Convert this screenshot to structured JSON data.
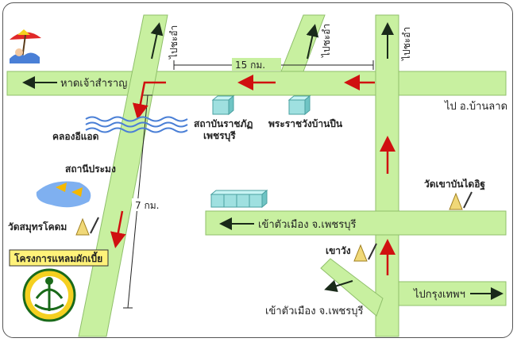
{
  "roads": {
    "to_cha_am": "ไปชะอำ",
    "to_prachuap": "ไปชะอำ",
    "beach": "หาดเจ้าสำราญ",
    "to_ban_lat": "ไป อ.บ้านลาด",
    "into_city_mid": "เข้าตัวเมือง จ.เพชรบุรี",
    "to_bangkok": "ไปกรุงเทพฯ",
    "into_city_bottom": "เข้าตัวเมือง จ.เพชรบุรี"
  },
  "distances": {
    "top": "15 กม.",
    "side": "7 กม."
  },
  "places": {
    "rajabhat": [
      "สถาบันราชภัฏ",
      "เพชรบุรี"
    ],
    "palace": "พระราชวังบ้านปืน",
    "canal": "คลองอีแอด",
    "station": "สถานีประมง",
    "temple_samut": "วัดสมุทรโคดม",
    "project": "โครงการแหลมผักเบี้ย",
    "temple_bandai": "วัดเขาบันไดอิฐ",
    "khao_wang": "เขาวัง"
  },
  "colors": {
    "road": "#c8f0a0",
    "road_edge": "#8fbf6a",
    "red_arrow": "#d01010",
    "dark_arrow": "#1a2a1a",
    "building": "#9fe0e0",
    "water": "#4a7fd6",
    "label_box": "#fff27a"
  }
}
